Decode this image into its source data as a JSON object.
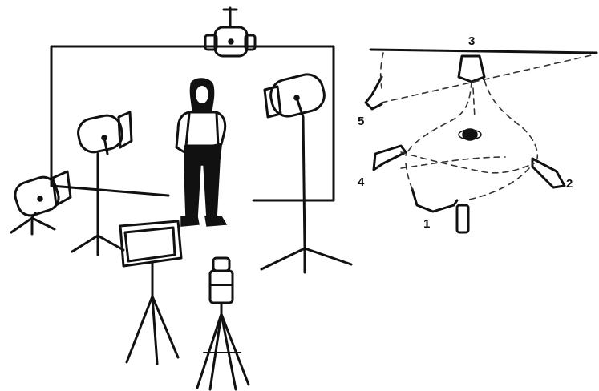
{
  "diagram": {
    "colors": {
      "ink": "#111111",
      "paper": "#ffffff",
      "dashed": "#333333"
    },
    "plan_labels": [
      "1",
      "2",
      "3",
      "4",
      "5"
    ]
  }
}
